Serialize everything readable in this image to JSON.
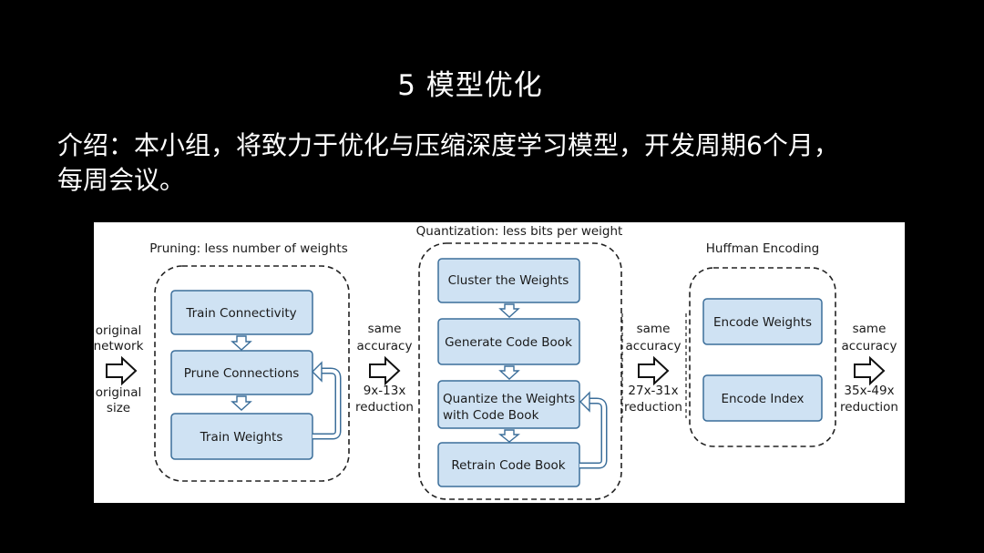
{
  "slide": {
    "title": "5 模型优化",
    "intro_line1": "介绍：本小组，将致力于优化与压缩深度学习模型，开发周期6个月，",
    "intro_line2": "每周会议。"
  },
  "diagram": {
    "left_labels": {
      "top": [
        "original",
        "network"
      ],
      "bottom": [
        "original",
        "size"
      ]
    },
    "pruning": {
      "title": "Pruning: less number of weights",
      "steps": [
        "Train Connectivity",
        "Prune Connections",
        "Train Weights"
      ]
    },
    "after_pruning": {
      "top": [
        "same",
        "accuracy"
      ],
      "bottom": [
        "9x-13x",
        "reduction"
      ]
    },
    "quantization": {
      "title": "Quantization: less bits per weight",
      "steps": [
        "Cluster the Weights",
        "Generate Code Book",
        "Quantize the Weights",
        "with Code Book",
        "Retrain Code Book"
      ]
    },
    "after_quantization": {
      "top": [
        "same",
        "accuracy"
      ],
      "bottom": [
        "27x-31x",
        "reduction"
      ]
    },
    "huffman": {
      "title": "Huffman Encoding",
      "steps": [
        "Encode Weights",
        "Encode Index"
      ]
    },
    "after_huffman": {
      "top": [
        "same",
        "accuracy"
      ],
      "bottom": [
        "35x-49x",
        "reduction"
      ]
    }
  }
}
